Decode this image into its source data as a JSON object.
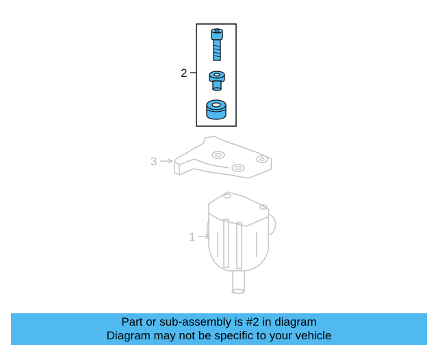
{
  "callouts": {
    "part_2": "2",
    "part_3": "3",
    "part_1": "1"
  },
  "banner": {
    "line1": "Part or sub-assembly is #2 in diagram",
    "line2": "Diagram may not be specific to your vehicle"
  },
  "colors": {
    "highlight": "#4fb9f0",
    "outline_active": "#111111",
    "outline_muted": "#c4c4c4",
    "banner_bg": "#4fb9f0"
  }
}
